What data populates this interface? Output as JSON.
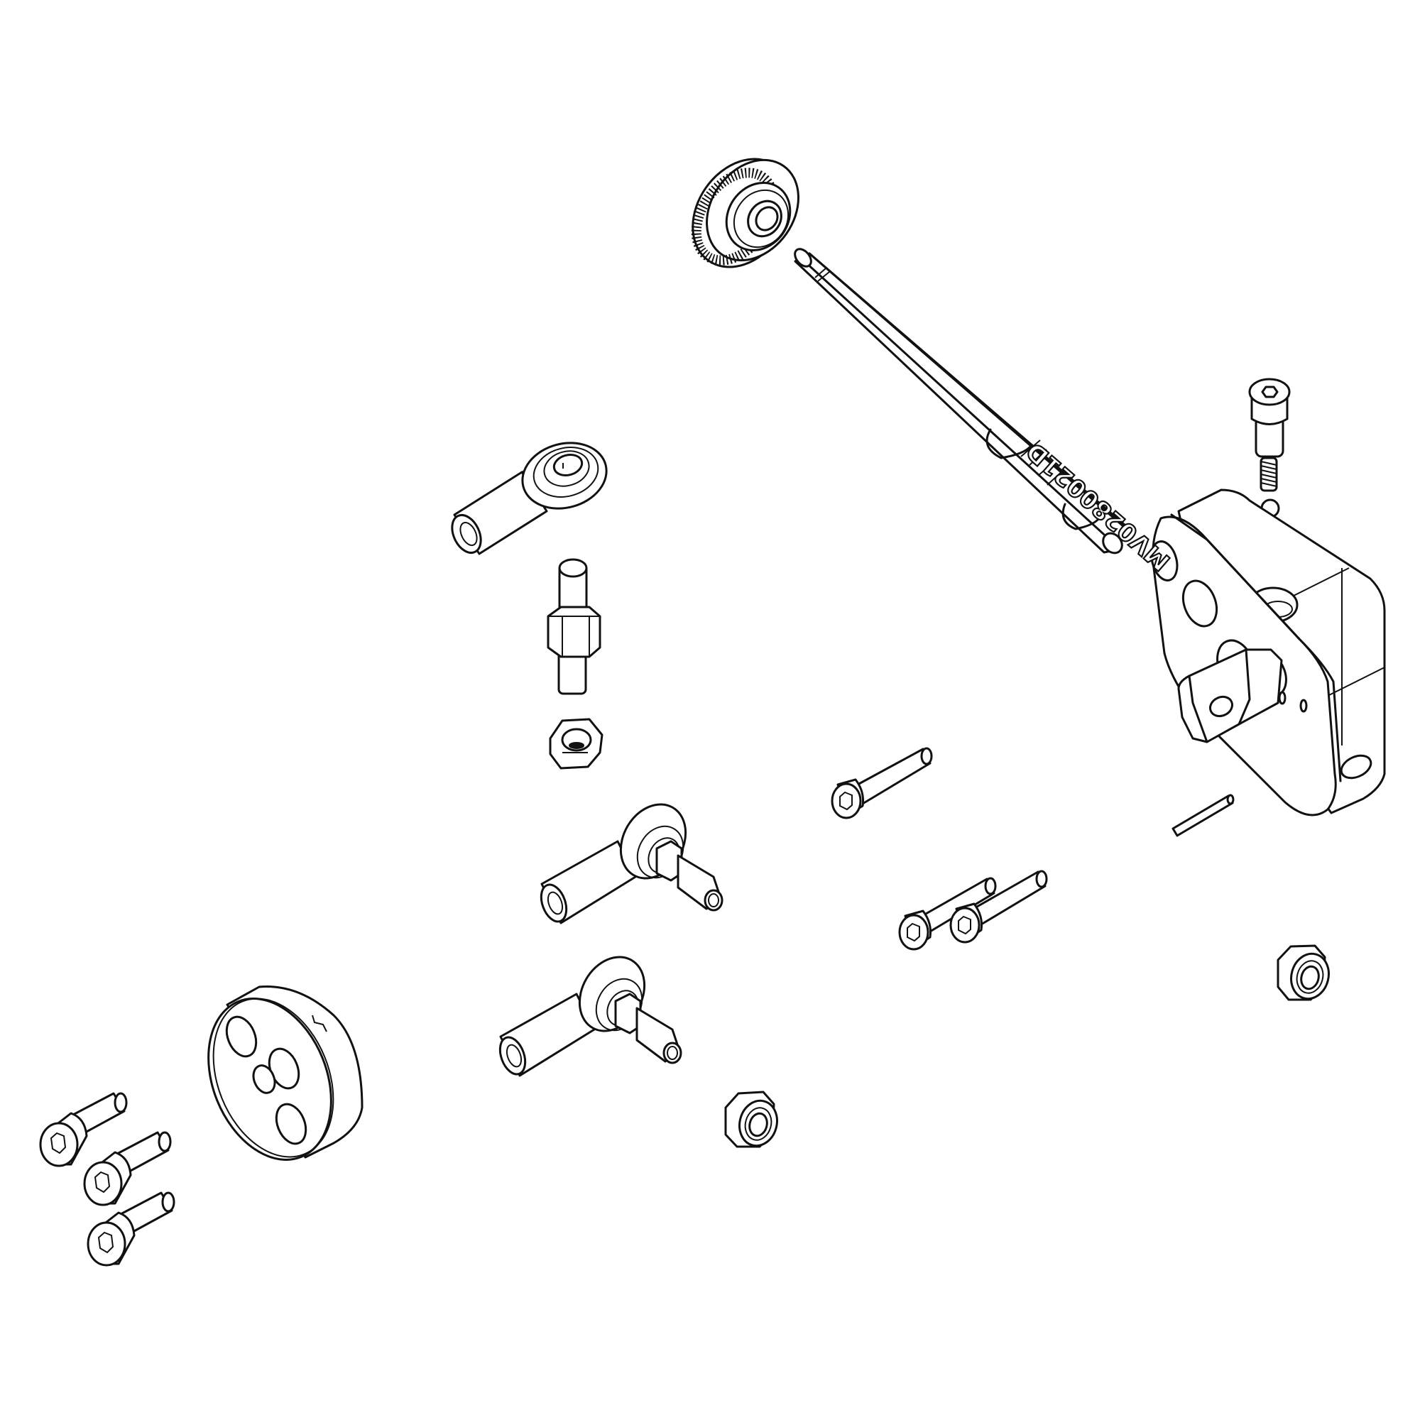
{
  "diagram": {
    "type": "exploded-view line drawing",
    "background": "#ffffff",
    "line_color": "#111111",
    "part_marking": "MV0280021D",
    "parts": [
      {
        "id": "knurled-knob",
        "label": "Knurled knob",
        "count": 1
      },
      {
        "id": "shaft",
        "label": "Shaft with grooves and flats",
        "count": 1
      },
      {
        "id": "rod-end-female",
        "label": "Female rod end",
        "count": 1
      },
      {
        "id": "threaded-stud",
        "label": "Threaded stud with hex collar",
        "count": 1
      },
      {
        "id": "lock-nut",
        "label": "Nylon lock nut",
        "count": 3
      },
      {
        "id": "ball-joint",
        "label": "Ball joint rod end with stud",
        "count": 2
      },
      {
        "id": "cap-screw-long",
        "label": "Long socket head cap screw",
        "count": 3
      },
      {
        "id": "cap-screw-short",
        "label": "Short socket head cap screw",
        "count": 4
      },
      {
        "id": "spring",
        "label": "Compression spring",
        "count": 1
      },
      {
        "id": "ball",
        "label": "Detent ball",
        "count": 1
      },
      {
        "id": "dowel-pin",
        "label": "Dowel pin",
        "count": 1
      },
      {
        "id": "bracket-housing",
        "label": "Bracket housing",
        "count": 1,
        "marking": "MV0280021D"
      },
      {
        "id": "hub-disc",
        "label": "Hub disc with holes",
        "count": 1
      }
    ]
  }
}
